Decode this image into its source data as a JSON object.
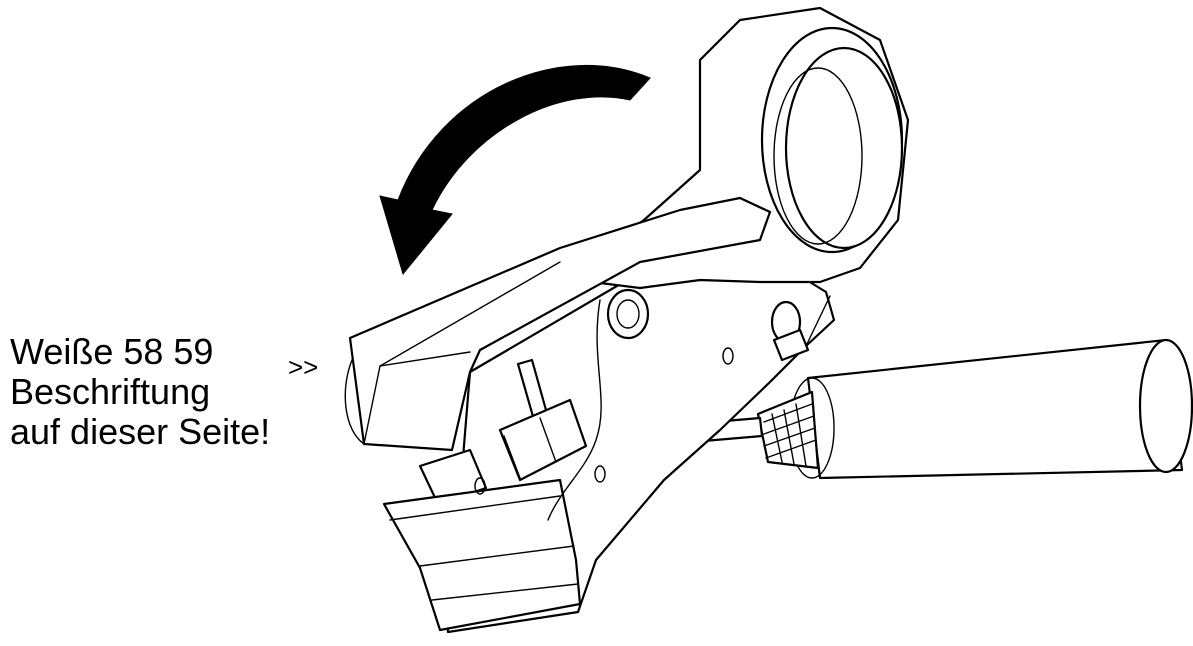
{
  "annotation": {
    "lines": [
      "Weiße 58 59",
      "Beschriftung",
      "auf dieser Seite!"
    ],
    "pointer": ">>"
  },
  "illustration": {
    "subject": "coaxial cable stripping tool with inserted cable",
    "rotation_arrow": "counterclockwise",
    "stroke_color": "#000000",
    "background_color": "#ffffff"
  }
}
